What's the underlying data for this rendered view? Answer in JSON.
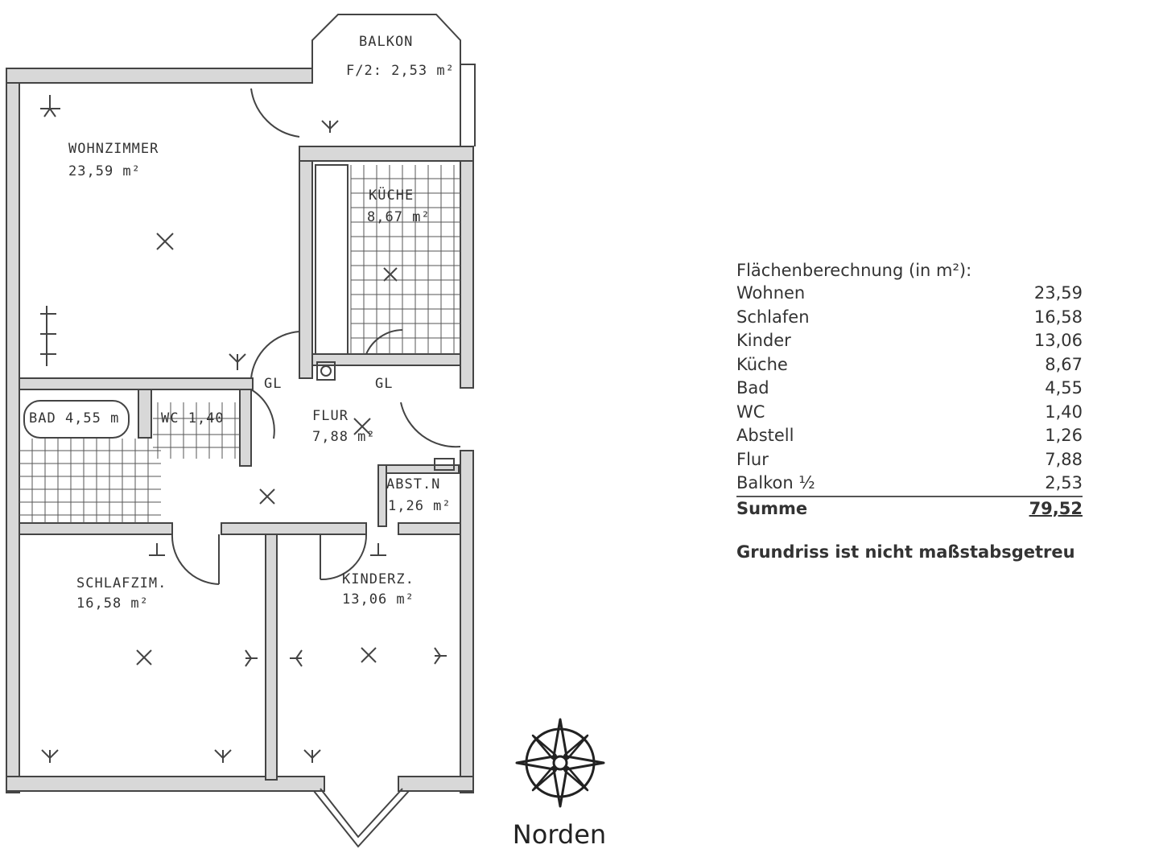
{
  "floorplan": {
    "rooms": {
      "balkon": {
        "name": "BALKON",
        "area": "F/2: 2,53 m²"
      },
      "wohnzimmer": {
        "name": "WOHNZIMMER",
        "area": "23,59 m²"
      },
      "kueche": {
        "name": "KÜCHE",
        "area": "8,67 m²"
      },
      "bad": {
        "name": "BAD 4,55 m"
      },
      "wc": {
        "name": "WC 1,40"
      },
      "flur": {
        "name": "FLUR",
        "area": "7,88 m²"
      },
      "abstell": {
        "name": "ABST.N",
        "area": "1,26 m²"
      },
      "schlafzimmer": {
        "name": "SCHLAFZIM.",
        "area": "16,58 m²"
      },
      "kinderzimmer": {
        "name": "KINDERZ.",
        "area": "13,06 m²"
      },
      "gl1": {
        "name": "GL"
      },
      "gl2": {
        "name": "GL"
      }
    }
  },
  "area_table": {
    "caption": "Flächenberechnung (in m²):",
    "rows": [
      {
        "label": "Wohnen",
        "value": "23,59"
      },
      {
        "label": "Schlafen",
        "value": "16,58"
      },
      {
        "label": "Kinder",
        "value": "13,06"
      },
      {
        "label": "Küche",
        "value": "8,67"
      },
      {
        "label": "Bad",
        "value": "4,55"
      },
      {
        "label": "WC",
        "value": "1,40"
      },
      {
        "label": "Abstell",
        "value": "1,26"
      },
      {
        "label": "Flur",
        "value": "7,88"
      },
      {
        "label": "Balkon ½",
        "value": "2,53"
      }
    ],
    "total": {
      "label": "Summe",
      "value": "79,52"
    }
  },
  "note": "Grundriss ist nicht maßstabsgetreu",
  "compass": {
    "label": "Norden",
    "icon": "compass-rose-icon"
  }
}
